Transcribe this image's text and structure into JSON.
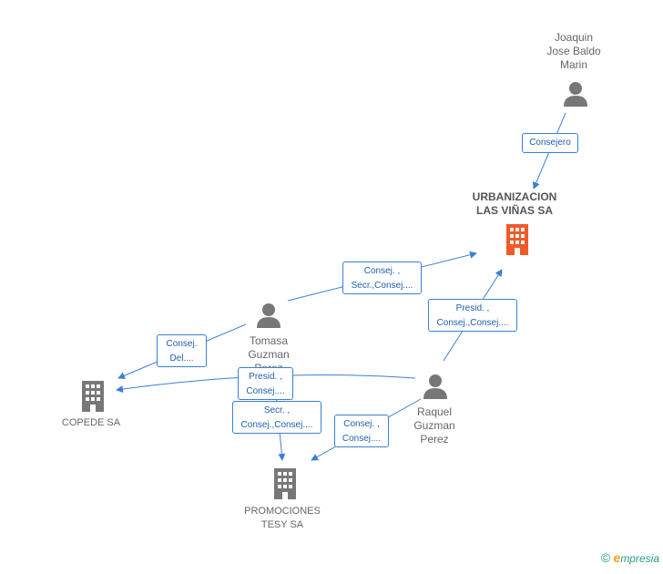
{
  "nodes": {
    "joaquin": "Joaquin\nJose Baldo\nMarin",
    "urbanizacion": "URBANIZACION\nLAS VIÑAS SA",
    "tomasa": "Tomasa\nGuzman\nPerez",
    "raquel": "Raquel\nGuzman\nPerez",
    "copede": "COPEDE SA",
    "promociones": "PROMOCIONES\nTESY SA"
  },
  "edges": {
    "joaquin_urb": "Consejero",
    "tomasa_urb": "Consej. ,\nSecr.,Consej....",
    "raquel_urb": "Presid. ,\nConsej.,Consej....",
    "tomasa_copede": "Consej.\nDel....",
    "raquel_copede": "Presid. ,\nConsej....",
    "tomasa_prom": "Secr. ,\nConsej.,Consej....",
    "raquel_prom": "Consej. ,\nConsej...."
  },
  "footer": {
    "copyright": "©",
    "brand_e": "e",
    "brand_rest": "mpresia"
  },
  "colors": {
    "edge": "#3a7fd5",
    "person": "#777777",
    "company": "#777777",
    "highlight": "#f05a28"
  }
}
